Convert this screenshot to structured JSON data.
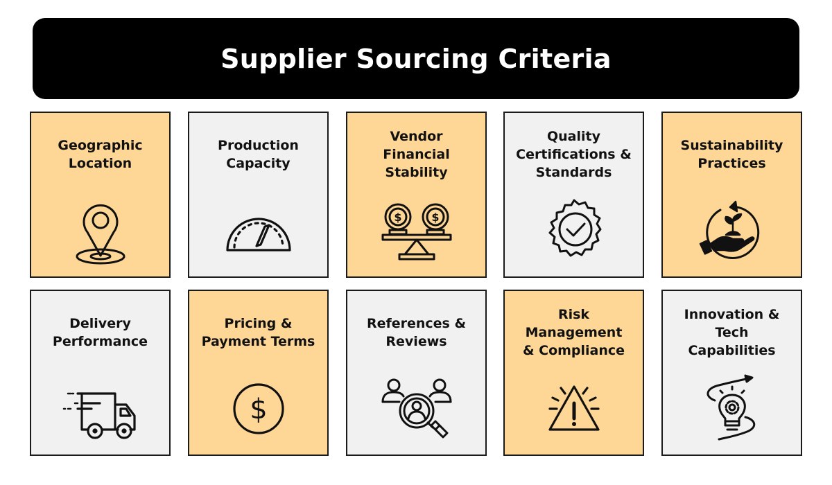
{
  "title": "Supplier Sourcing Criteria",
  "colors": {
    "title_bg": "#000000",
    "title_text": "#ffffff",
    "card_peach": "#fed696",
    "card_gray": "#f1f1f1",
    "border": "#1a1a1a"
  },
  "cards": [
    {
      "label": "Geographic\nLocation",
      "icon": "location-pin-icon",
      "style": "peach"
    },
    {
      "label": "Production\nCapacity",
      "icon": "speedometer-icon",
      "style": "gray"
    },
    {
      "label": "Vendor\nFinancial\nStability",
      "icon": "balance-coins-icon",
      "style": "peach"
    },
    {
      "label": "Quality\nCertifications &\nStandards",
      "icon": "certified-badge-icon",
      "style": "gray"
    },
    {
      "label": "Sustainability\nPractices",
      "icon": "hand-plant-cycle-icon",
      "style": "peach"
    },
    {
      "label": "Delivery\nPerformance",
      "icon": "delivery-truck-icon",
      "style": "gray"
    },
    {
      "label": "Pricing &\nPayment Terms",
      "icon": "dollar-circle-icon",
      "style": "peach"
    },
    {
      "label": "References &\nReviews",
      "icon": "people-magnifier-icon",
      "style": "gray"
    },
    {
      "label": "Risk\nManagement\n& Compliance",
      "icon": "warning-triangle-icon",
      "style": "peach"
    },
    {
      "label": "Innovation &\nTech\nCapabilities",
      "icon": "lightbulb-gear-icon",
      "style": "gray"
    }
  ]
}
